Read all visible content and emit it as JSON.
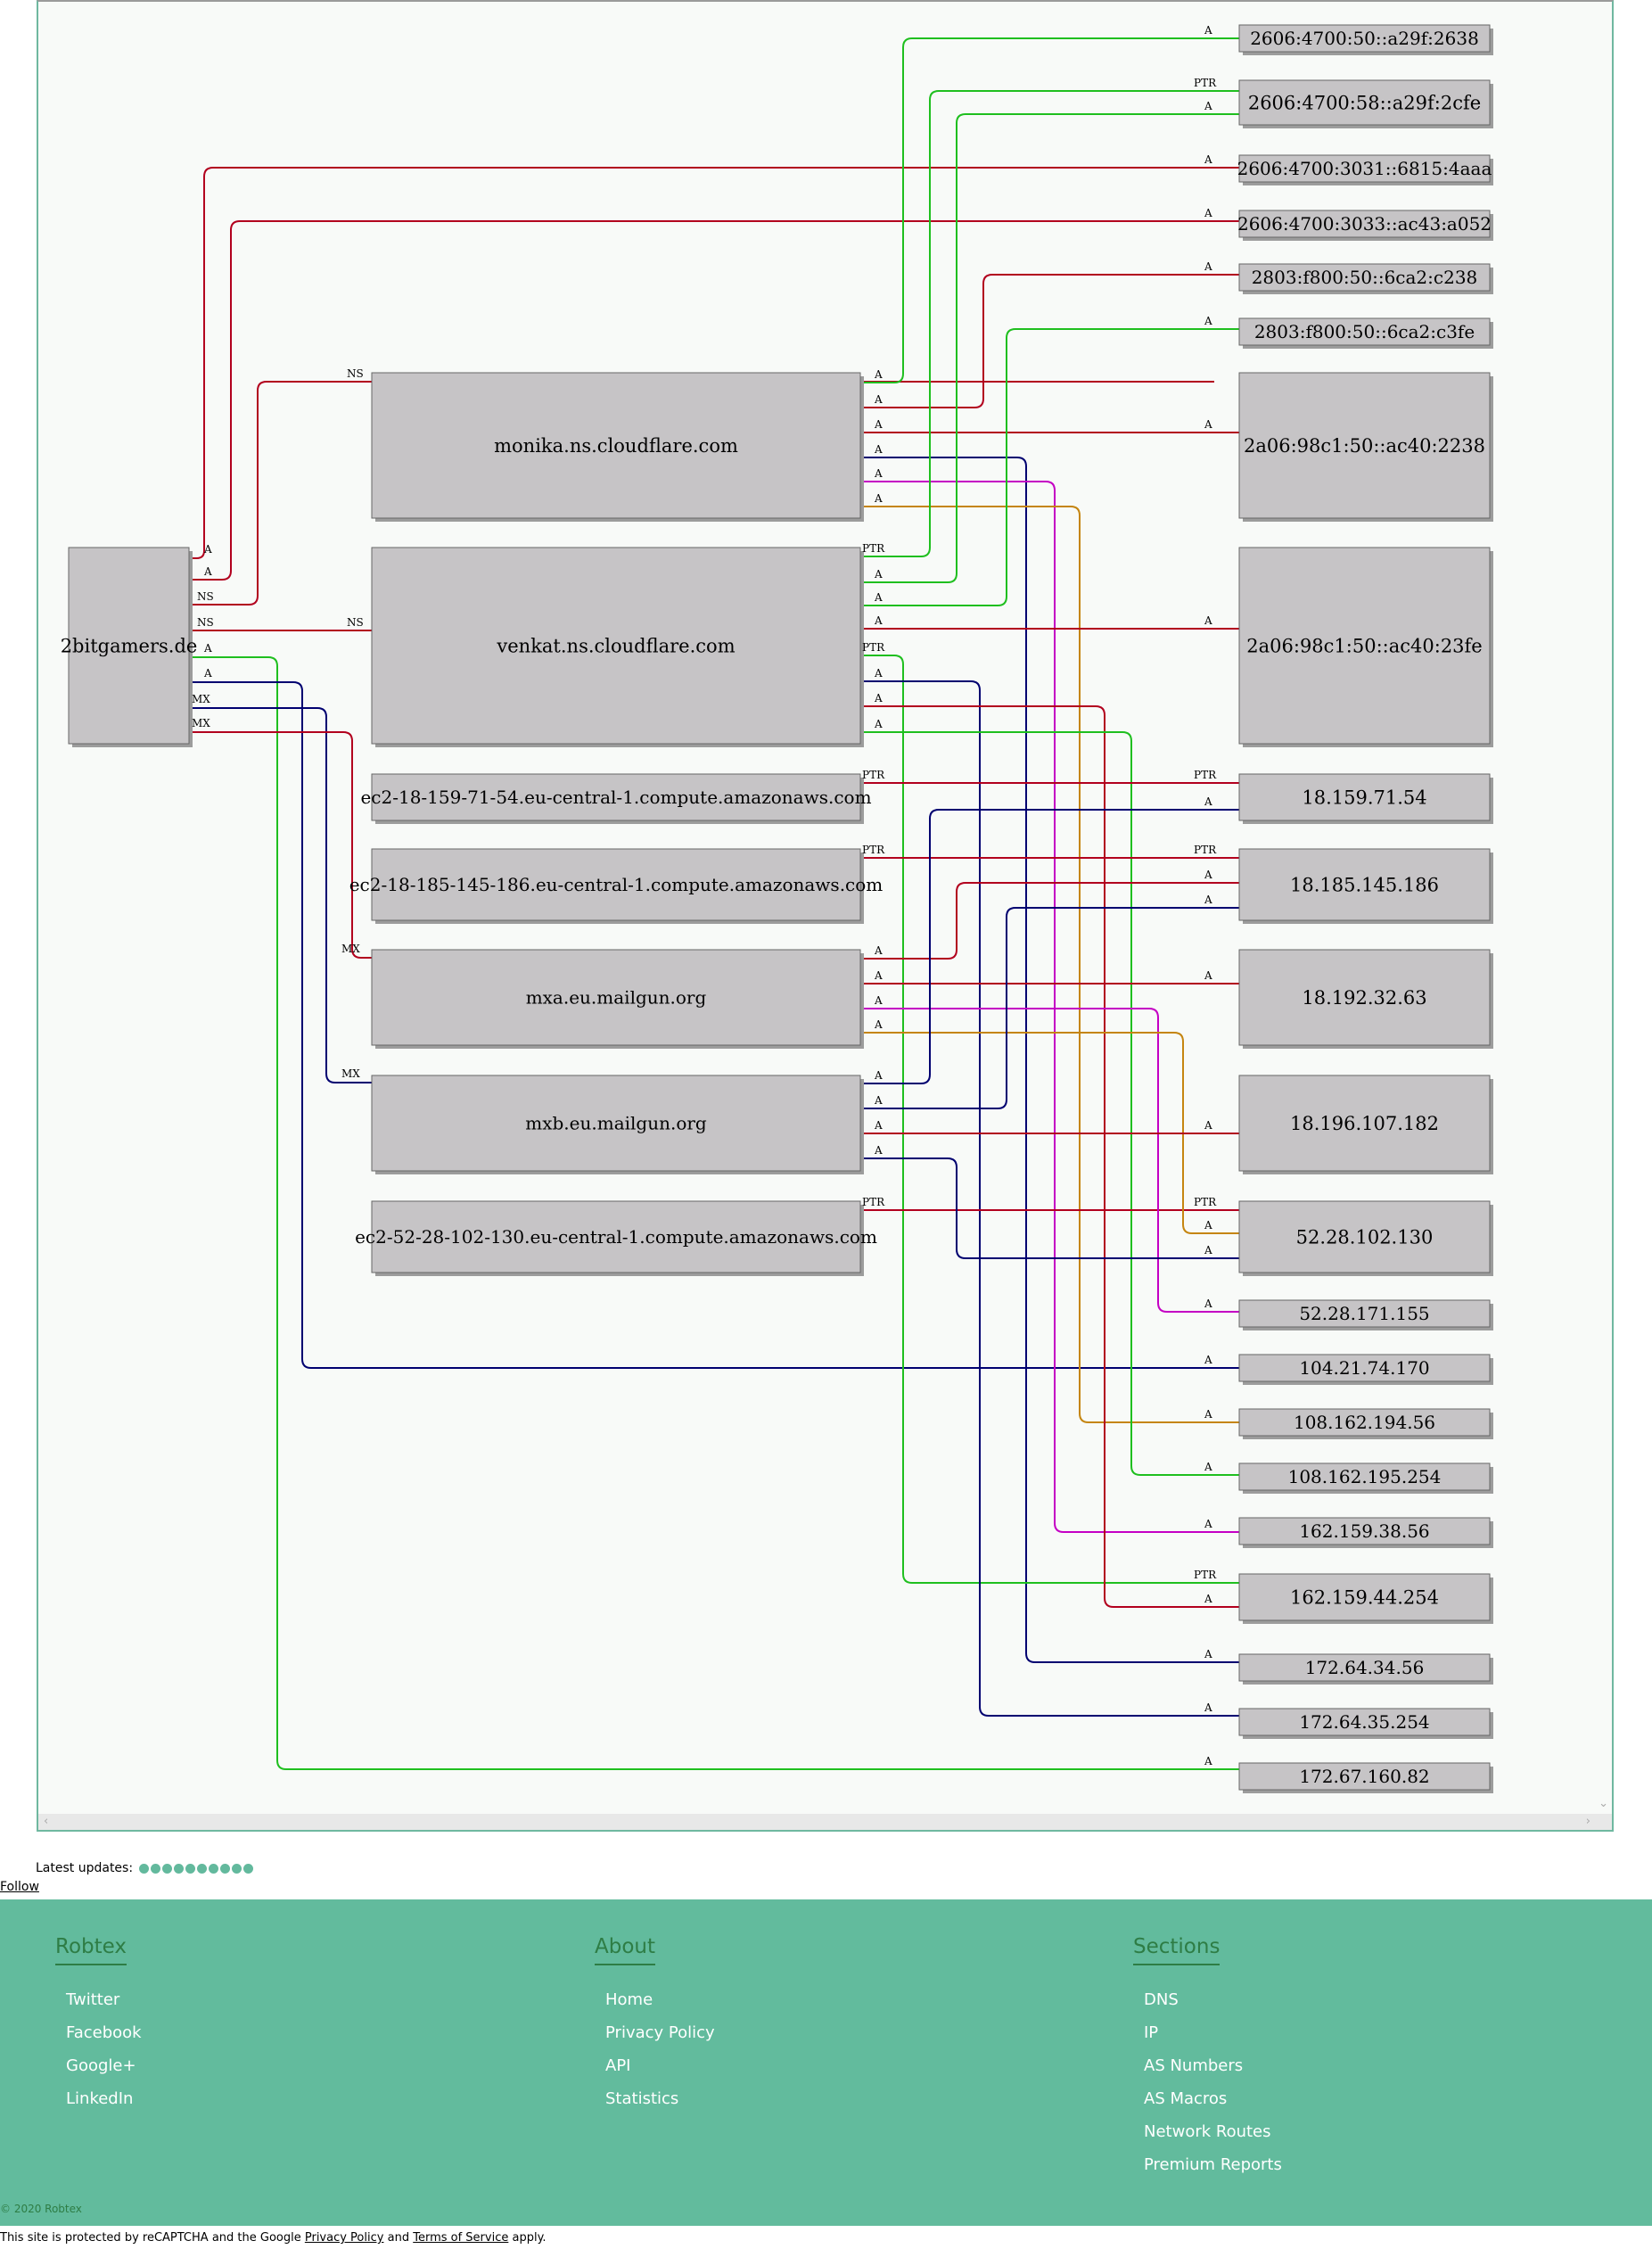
{
  "graph": {
    "colors": {
      "red": "#b2001e",
      "green": "#1fbf1f",
      "blue": "#000070",
      "magenta": "#c400c4",
      "orange": "#c58510"
    },
    "center_node": "2bitgamers.de",
    "middle_nodes": [
      "monika.ns.cloudflare.com",
      "venkat.ns.cloudflare.com",
      "ec2-18-159-71-54.eu-central-1.compute.amazonaws.com",
      "ec2-18-185-145-186.eu-central-1.compute.amazonaws.com",
      "mxa.eu.mailgun.org",
      "mxb.eu.mailgun.org",
      "ec2-52-28-102-130.eu-central-1.compute.amazonaws.com"
    ],
    "right_nodes": [
      "2606:4700:50::a29f:2638",
      "2606:4700:58::a29f:2cfe",
      "2606:4700:3031::6815:4aaa",
      "2606:4700:3033::ac43:a052",
      "2803:f800:50::6ca2:c238",
      "2803:f800:50::6ca2:c3fe",
      "2a06:98c1:50::ac40:2238",
      "2a06:98c1:50::ac40:23fe",
      "18.159.71.54",
      "18.185.145.186",
      "18.192.32.63",
      "18.196.107.182",
      "52.28.102.130",
      "52.28.171.155",
      "104.21.74.170",
      "108.162.194.56",
      "108.162.195.254",
      "162.159.38.56",
      "162.159.44.254",
      "172.64.34.56",
      "172.64.35.254",
      "172.67.160.82"
    ],
    "record_labels": {
      "a": "A",
      "ns": "NS",
      "mx": "MX",
      "ptr": "PTR"
    }
  },
  "latest_updates_label": "Latest updates:",
  "follow_label": "Follow",
  "footer": {
    "columns": [
      {
        "title": "Robtex",
        "links": [
          "Twitter",
          "Facebook",
          "Google+",
          "LinkedIn"
        ]
      },
      {
        "title": "About",
        "links": [
          "Home",
          "Privacy Policy",
          "API",
          "Statistics"
        ]
      },
      {
        "title": "Sections",
        "links": [
          "DNS",
          "IP",
          "AS Numbers",
          "AS Macros",
          "Network Routes",
          "Premium Reports"
        ]
      }
    ],
    "copyright": "© 2020 Robtex"
  },
  "recaptcha": {
    "prefix": "This site is protected by reCAPTCHA and the Google",
    "privacy": "Privacy Policy",
    "and": "and",
    "terms": "Terms of Service",
    "suffix": "apply."
  }
}
